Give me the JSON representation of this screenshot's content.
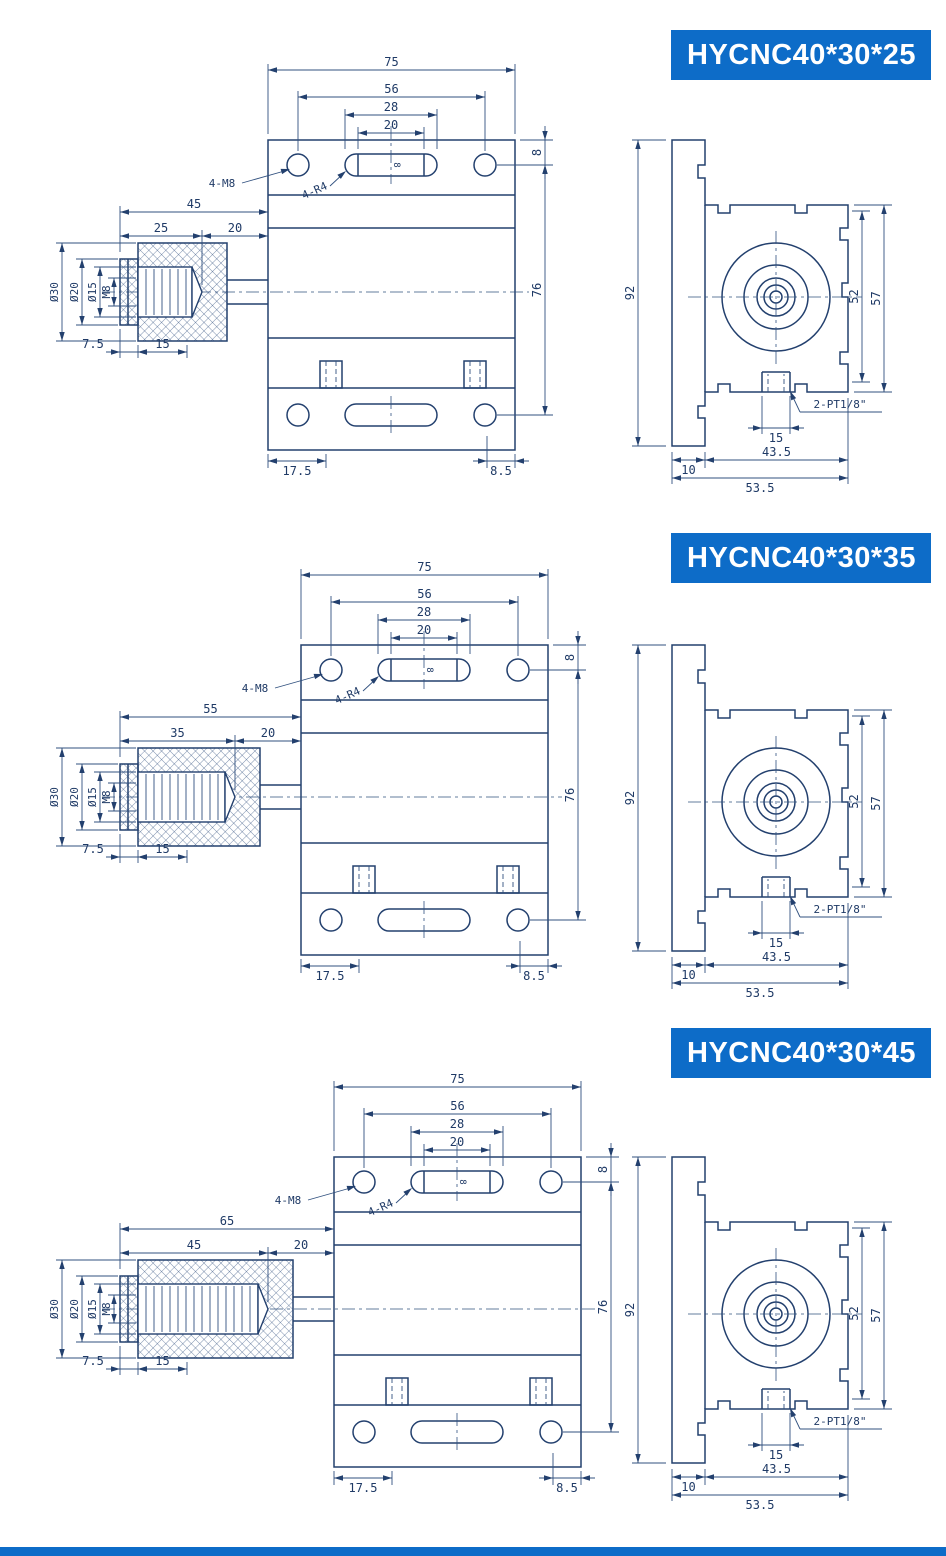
{
  "colors": {
    "line": "#23406e",
    "badge_bg": "#0d6cc8",
    "badge_text": "#ffffff"
  },
  "sections": [
    {
      "badge": "HYCNC40*30*25",
      "front": {
        "width_total": "75",
        "hole_span": "56",
        "slot_outer": "28",
        "slot_inner": "20",
        "flange_offset": "8",
        "body_height": "76",
        "rod_total": "45",
        "rod_exposed": "25",
        "rod_inside": "20",
        "dia_outer": "Ø30",
        "dia_mid": "Ø20",
        "dia_rod": "Ø15",
        "thread": "M8",
        "head_len": "7.5",
        "thread_len": "15",
        "foot_left": "17.5",
        "foot_right": "8.5",
        "holes_label": "4-M8",
        "slot_label": "4-R4",
        "slot_width": "8"
      },
      "side": {
        "height": "92",
        "bolt_span": "52",
        "body_height": "57",
        "port_label": "2-PT1/8\"",
        "port_span": "15",
        "plate_width": "10",
        "body_width": "43.5",
        "total_width": "53.5"
      }
    },
    {
      "badge": "HYCNC40*30*35",
      "front": {
        "width_total": "75",
        "hole_span": "56",
        "slot_outer": "28",
        "slot_inner": "20",
        "flange_offset": "8",
        "body_height": "76",
        "rod_total": "55",
        "rod_exposed": "35",
        "rod_inside": "20",
        "dia_outer": "Ø30",
        "dia_mid": "Ø20",
        "dia_rod": "Ø15",
        "thread": "M8",
        "head_len": "7.5",
        "thread_len": "15",
        "foot_left": "17.5",
        "foot_right": "8.5",
        "holes_label": "4-M8",
        "slot_label": "4-R4",
        "slot_width": "8"
      },
      "side": {
        "height": "92",
        "bolt_span": "52",
        "body_height": "57",
        "port_label": "2-PT1/8\"",
        "port_span": "15",
        "plate_width": "10",
        "body_width": "43.5",
        "total_width": "53.5"
      }
    },
    {
      "badge": "HYCNC40*30*45",
      "front": {
        "width_total": "75",
        "hole_span": "56",
        "slot_outer": "28",
        "slot_inner": "20",
        "flange_offset": "8",
        "body_height": "76",
        "rod_total": "65",
        "rod_exposed": "45",
        "rod_inside": "20",
        "dia_outer": "Ø30",
        "dia_mid": "Ø20",
        "dia_rod": "Ø15",
        "thread": "M8",
        "head_len": "7.5",
        "thread_len": "15",
        "foot_left": "17.5",
        "foot_right": "8.5",
        "holes_label": "4-M8",
        "slot_label": "4-R4",
        "slot_width": "8"
      },
      "side": {
        "height": "92",
        "bolt_span": "52",
        "body_height": "57",
        "port_label": "2-PT1/8\"",
        "port_span": "15",
        "plate_width": "10",
        "body_width": "43.5",
        "total_width": "53.5"
      }
    }
  ]
}
